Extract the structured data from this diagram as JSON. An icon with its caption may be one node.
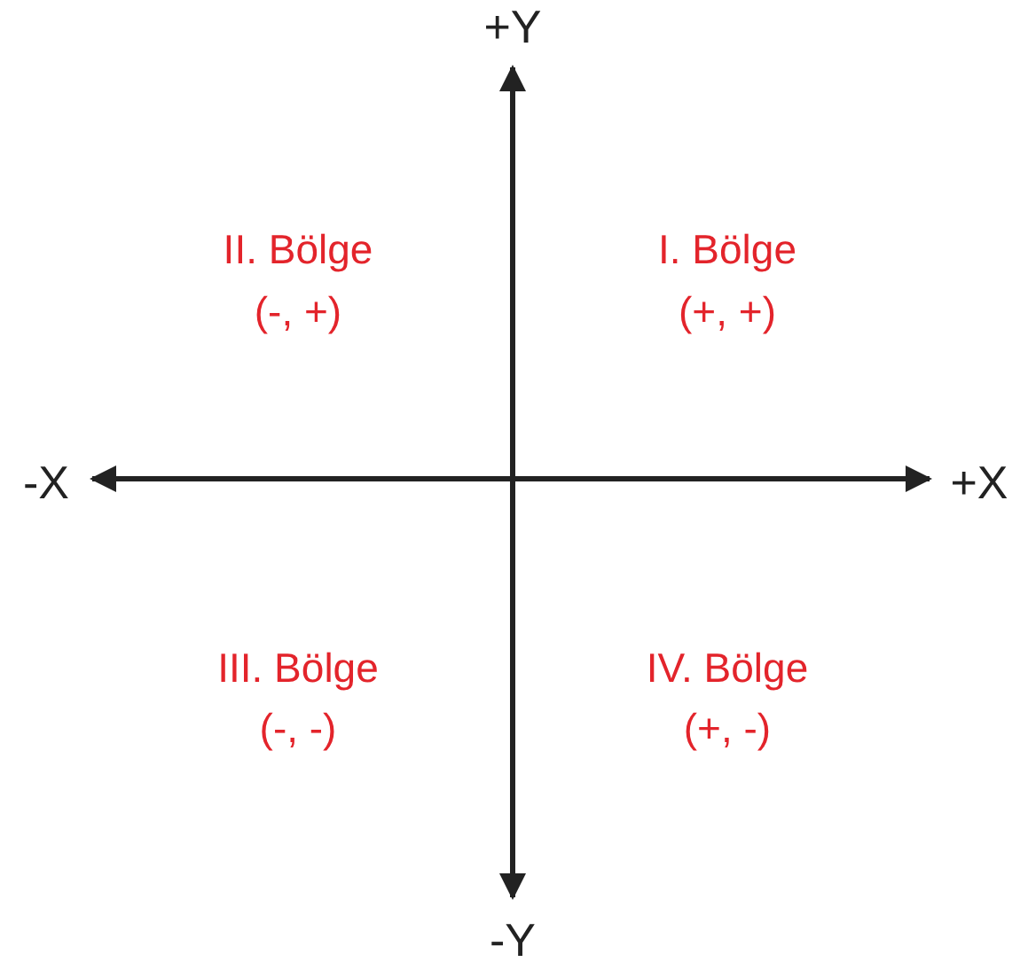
{
  "diagram": {
    "labels": [
      "+Y",
      "II. Bölge",
      "(-, +)",
      "I. Bölge",
      "(+, +)",
      "-X",
      "+X",
      "III. Bölge",
      "(-, -)",
      "IV. Bölge",
      "(+, -)",
      "-Y"
    ]
  }
}
